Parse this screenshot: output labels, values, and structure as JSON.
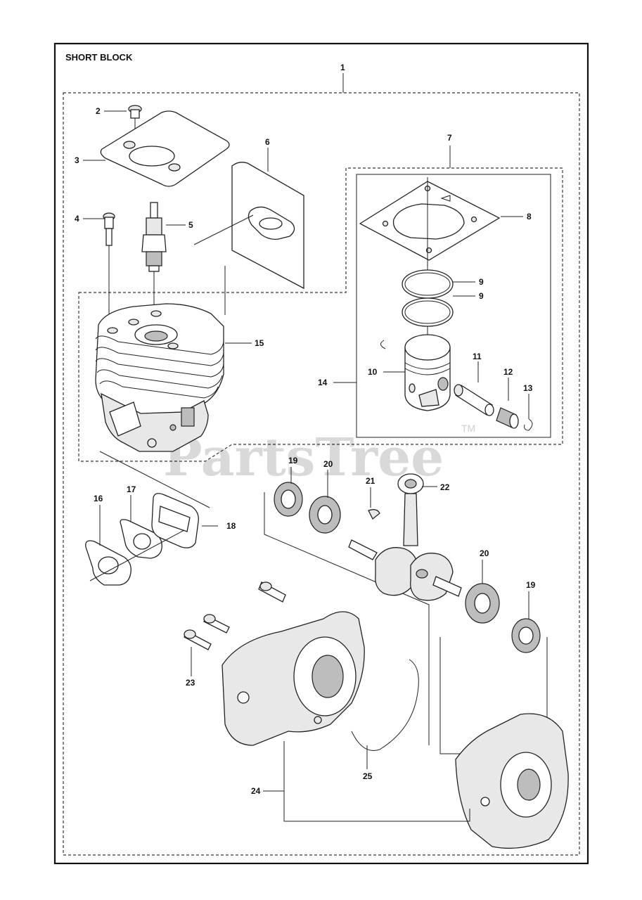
{
  "title": "SHORT BLOCK",
  "watermark": "PartsTree",
  "trademark": "TM",
  "callouts": {
    "c1": "1",
    "c2": "2",
    "c3": "3",
    "c4": "4",
    "c5": "5",
    "c6": "6",
    "c7": "7",
    "c8": "8",
    "c9a": "9",
    "c9b": "9",
    "c10": "10",
    "c11": "11",
    "c12": "12",
    "c13": "13",
    "c14": "14",
    "c15": "15",
    "c16": "16",
    "c17": "17",
    "c18": "18",
    "c19a": "19",
    "c20a": "20",
    "c21": "21",
    "c22": "22",
    "c20b": "20",
    "c19b": "19",
    "c23": "23",
    "c24": "24",
    "c25": "25"
  }
}
